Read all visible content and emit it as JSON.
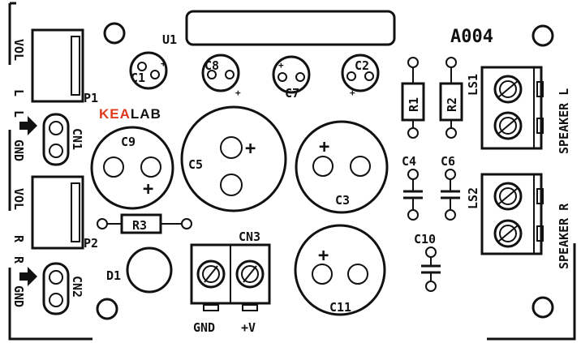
{
  "board": {
    "id": "A004",
    "logo": {
      "part1": "KEA",
      "part2": "LAB",
      "color1": "#e03a1e",
      "color2": "#111111"
    }
  },
  "labels": {
    "u1": "U1",
    "p1": "P1",
    "p2": "P2",
    "cn1": "CN1",
    "cn2": "CN2",
    "cn3": "CN3",
    "vol_l_1": "VOL",
    "vol_l_2": "L",
    "l_arrow": "L",
    "gnd_1": "GND",
    "vol_r_1": "VOL",
    "vol_r_2": "R",
    "r_arrow": "R",
    "gnd_2": "GND",
    "c1": "C1",
    "c2": "C2",
    "c3": "C3",
    "c4": "C4",
    "c5": "C5",
    "c6": "C6",
    "c7": "C7",
    "c8": "C8",
    "c9": "C9",
    "c10": "C10",
    "c11": "C11",
    "r1": "R1",
    "r2": "R2",
    "r3": "R3",
    "d1": "D1",
    "ls1": "LS1",
    "ls2": "LS2",
    "speaker_l": "SPEAKER L",
    "speaker_r": "SPEAKER R",
    "gnd_cn3": "GND",
    "plus_v": "+V",
    "plus": "+"
  }
}
